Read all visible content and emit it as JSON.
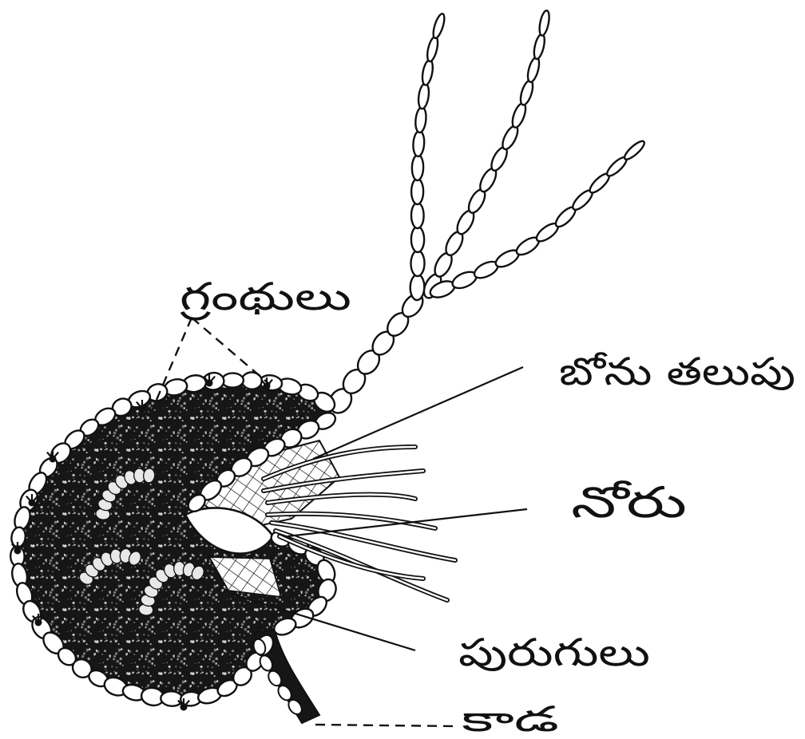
{
  "labels": {
    "glands": "గ్రంథులు",
    "trap_door": "బోను తలుపు",
    "mouth": "నోరు",
    "insects": "పురుగులు",
    "stalk": "కాడ"
  },
  "colors": {
    "ink": "#111111",
    "paper": "#ffffff"
  }
}
